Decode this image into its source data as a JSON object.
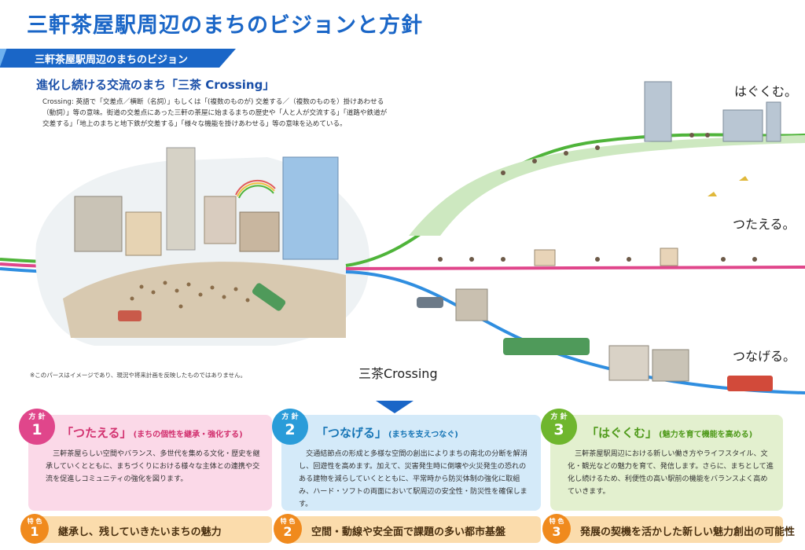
{
  "header": {
    "title": "三軒茶屋駅周辺のまちのビジョンと方針",
    "section_banner": "三軒茶屋駅周辺のまちのビジョン"
  },
  "vision": {
    "subtitle": "進化し続ける交流のまち「三茶 Crossing」",
    "description": "Crossing: 英語で「交差点／横断（名詞）」もしくは「(複数のものが) 交差する／（複数のものを）掛けあわせる（動詞）」等の意味。街道の交差点にあった三軒の茶屋に始まるまちの歴史や「人と人が交流する」「道路や鉄道が交差する」「地上のまちと地下鉄が交差する」「様々な機能を掛けあわせる」等の意味を込めている。",
    "note": "※このパースはイメージであり、現況や将来計画を反映したものではありません。",
    "crossing_label": "三茶Crossing"
  },
  "lanes": {
    "hagukumu": "はぐくむ。",
    "tsutaeru": "つたえる。",
    "tsunageru": "つなげる。"
  },
  "colors": {
    "brand_blue": "#1a66c7",
    "lane_green": "#4fb43a",
    "lane_pink": "#e0468b",
    "lane_blue": "#2f8ee0",
    "feature_orange": "#f08a1d"
  },
  "policies": [
    {
      "badge_top": "方 針",
      "badge_num": "1",
      "heading": "「つたえる」",
      "heading_sub": "(まちの個性を継承・強化する)",
      "body": "三軒茶屋らしい空間やバランス、多世代を集める文化・歴史を継承していくとともに、まちづくりにおける様々な主体との連携や交流を促進しコミュニティの強化を図ります。"
    },
    {
      "badge_top": "方 針",
      "badge_num": "2",
      "heading": "「つなげる」",
      "heading_sub": "(まちを支えつなぐ)",
      "body": "交通結節点の形成と多様な空間の創出によりまちの南北の分断を解消し、回遊性を高めます。加えて、災害発生時に倒壊や火災発生の恐れのある建物を減らしていくとともに、平常時から防災体制の強化に取組み、ハード・ソフトの両面において駅周辺の安全性・防災性を確保します。"
    },
    {
      "badge_top": "方 針",
      "badge_num": "3",
      "heading": "「はぐくむ」",
      "heading_sub": "(魅力を育て機能を高める)",
      "body": "三軒茶屋駅周辺における新しい働き方やライフスタイル、文化・観光などの魅力を育て、発信します。さらに、まちとして進化し続けるため、利便性の高い駅前の機能をバランスよく高めていきます。"
    }
  ],
  "features": [
    {
      "badge_top": "特 色",
      "badge_num": "1",
      "text": "継承し、残していきたいまちの魅力"
    },
    {
      "badge_top": "特 色",
      "badge_num": "2",
      "text": "空間・動線や安全面で課題の多い都市基盤"
    },
    {
      "badge_top": "特 色",
      "badge_num": "3",
      "text": "発展の契機を活かした新しい魅力創出の可能性"
    }
  ]
}
